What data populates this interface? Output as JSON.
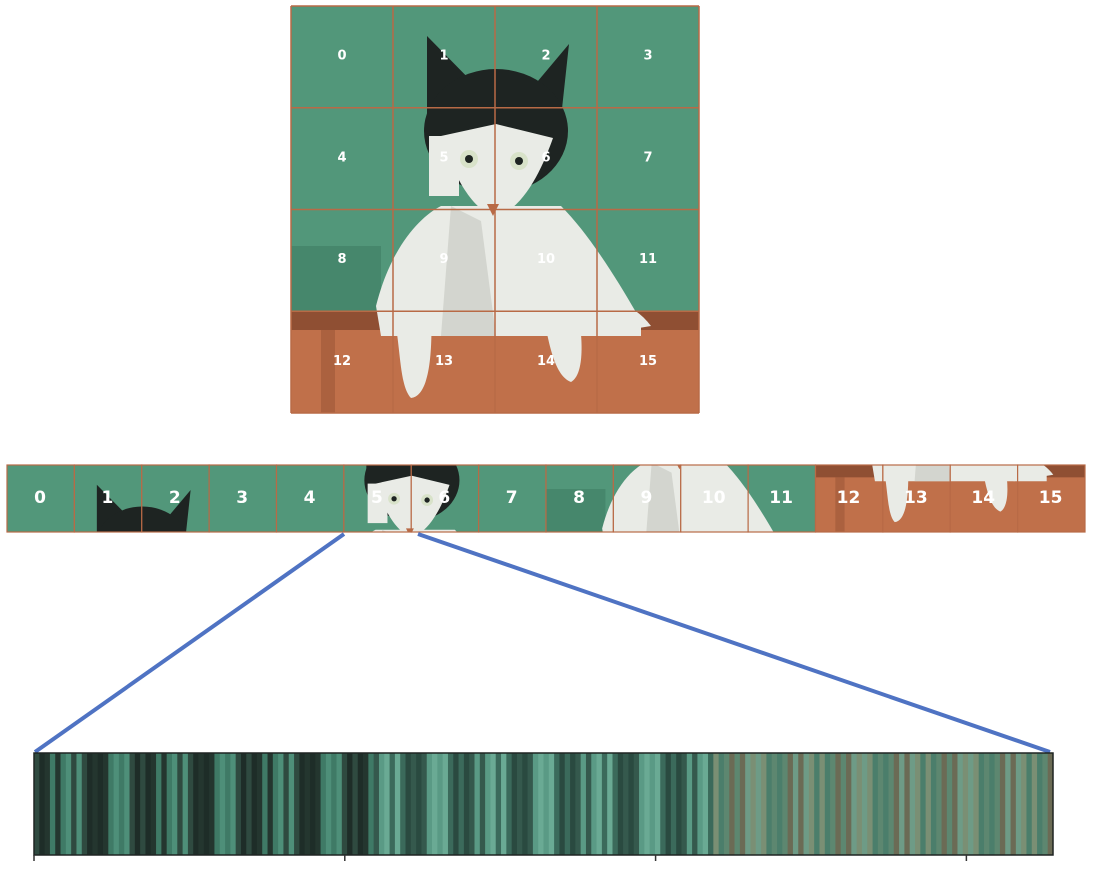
{
  "colors": {
    "background": "#52977a",
    "background_dark": "#3f7d63",
    "grid_line": "#b86a46",
    "box": "#c0704a",
    "box_dark": "#8f4f33",
    "fur_white": "#e9ebe6",
    "fur_grey": "#c9ccc4",
    "fur_black": "#1e2422",
    "zoom_line": "#4f73c3",
    "label": "#ffffff",
    "tick": "#333333"
  },
  "image_grid": {
    "rows": 4,
    "cols": 4,
    "patches": [
      "0",
      "1",
      "2",
      "3",
      "4",
      "5",
      "6",
      "7",
      "8",
      "9",
      "10",
      "11",
      "12",
      "13",
      "14",
      "15"
    ]
  },
  "patch_strip": {
    "labels": [
      "0",
      "1",
      "2",
      "3",
      "4",
      "5",
      "6",
      "7",
      "8",
      "9",
      "10",
      "11",
      "12",
      "13",
      "14",
      "15"
    ],
    "highlighted_patch": "5"
  },
  "embedding_vector": {
    "stripe_count": 192,
    "segments": 3,
    "ticks": 4
  }
}
